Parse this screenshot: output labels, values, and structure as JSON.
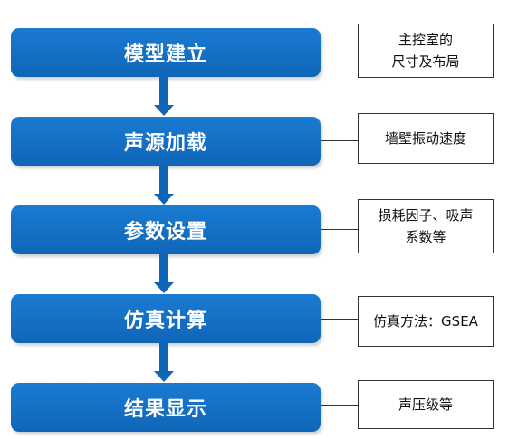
{
  "steps": [
    {
      "label": "模型建立",
      "note_lines": [
        "主控室的",
        "尺寸及布局"
      ]
    },
    {
      "label": "声源加载",
      "note_lines": [
        "墙壁振动速度"
      ]
    },
    {
      "label": "参数设置",
      "note_lines": [
        "损耗因子、吸声",
        "系数等"
      ]
    },
    {
      "label": "仿真计算",
      "note_lines": [
        "仿真方法：GSEA"
      ]
    },
    {
      "label": "结果显示",
      "note_lines": [
        "声压级等"
      ]
    }
  ],
  "colors": {
    "box": "#0f66b8",
    "arrow": "#0f66b8",
    "note_border": "#333333"
  }
}
